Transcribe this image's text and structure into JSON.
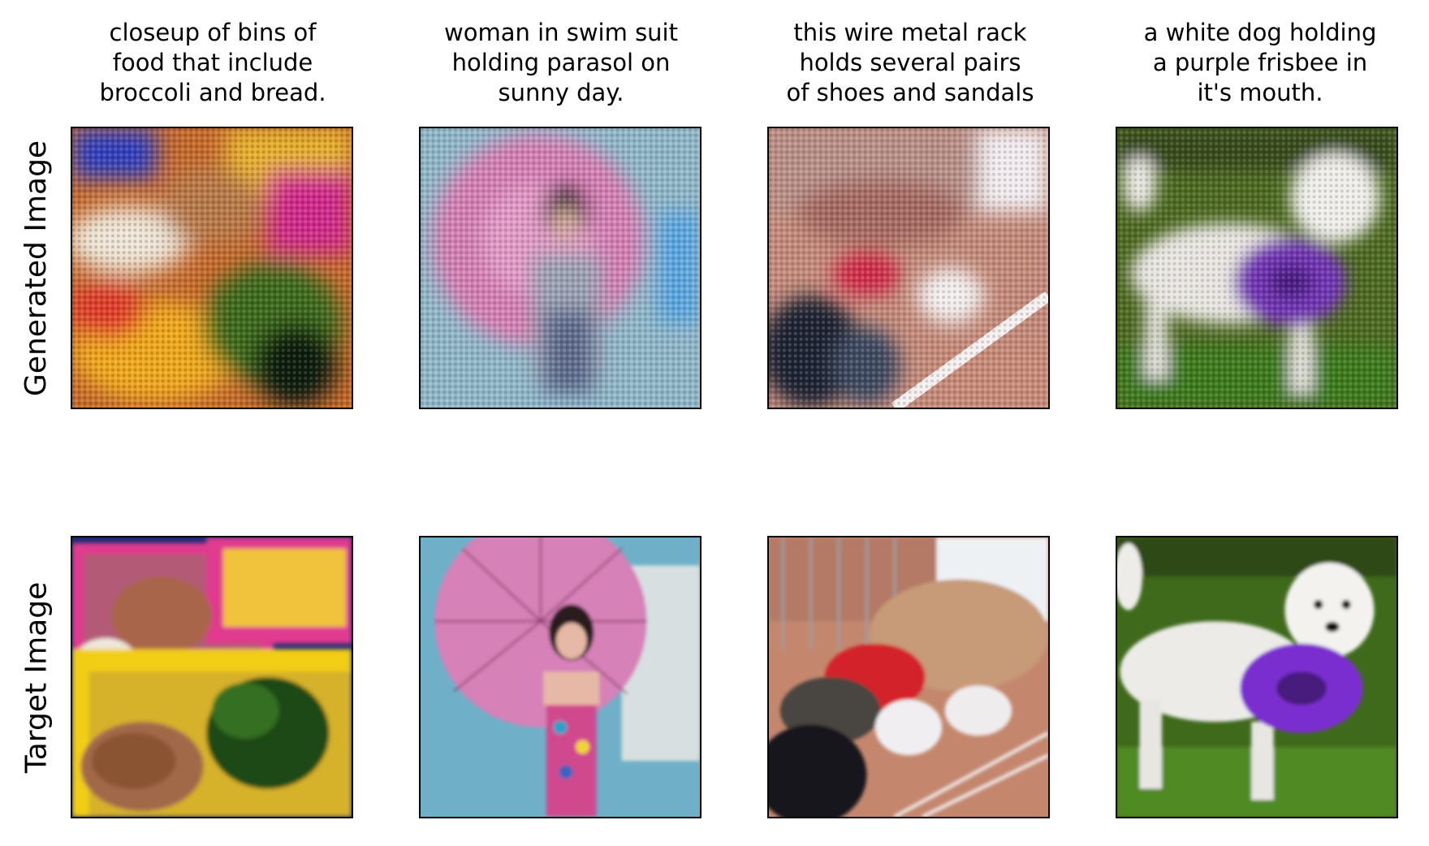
{
  "captions": [
    "closeup of bins of\nfood that include\nbroccoli and bread.",
    "woman in swim suit\nholding parasol on\nsunny day.",
    "this wire metal rack\nholds several pairs\nof shoes and sandals",
    "a white dog holding\na purple frisbee in\nit's mouth."
  ],
  "row_labels": {
    "generated": "Generated Image",
    "target": "Target Image"
  }
}
